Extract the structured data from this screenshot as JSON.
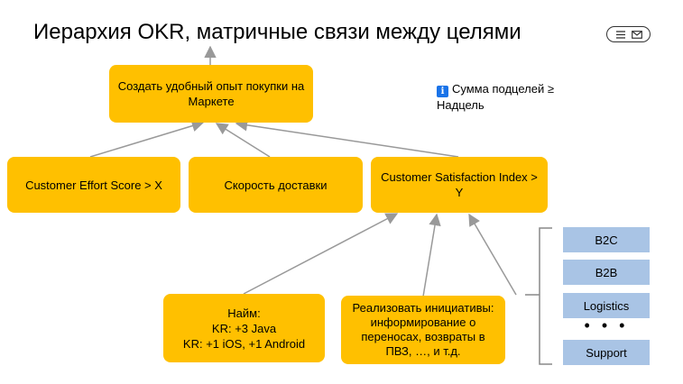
{
  "title": "Иерархия OKR, матричные связи между целями",
  "nodes": {
    "objective": "Создать удобный опыт покупки на Маркете",
    "kr_effort": "Customer Effort Score > X",
    "kr_delivery": "Скорость доставки",
    "kr_csi": "Customer Satisfaction Index > Y",
    "hire": [
      "Найм:",
      "KR: +3 Java",
      "KR: +1 iOS, +1 Android"
    ],
    "initiatives": [
      "Реализовать инициативы:",
      "информирование о",
      "переносах, возвраты в",
      "ПВЗ, …, и т.д."
    ]
  },
  "note": {
    "icon": "info-icon",
    "text": "Сумма подцелей ≥ Надцель"
  },
  "teams": [
    "B2C",
    "B2B",
    "Logistics",
    "Support"
  ],
  "teams_ellipsis": "• • •",
  "colors": {
    "node": "#ffc000",
    "team": "#a9c4e5",
    "edge": "#999999"
  },
  "icons": {
    "menu_button": [
      "menu-icon",
      "mail-icon"
    ]
  }
}
